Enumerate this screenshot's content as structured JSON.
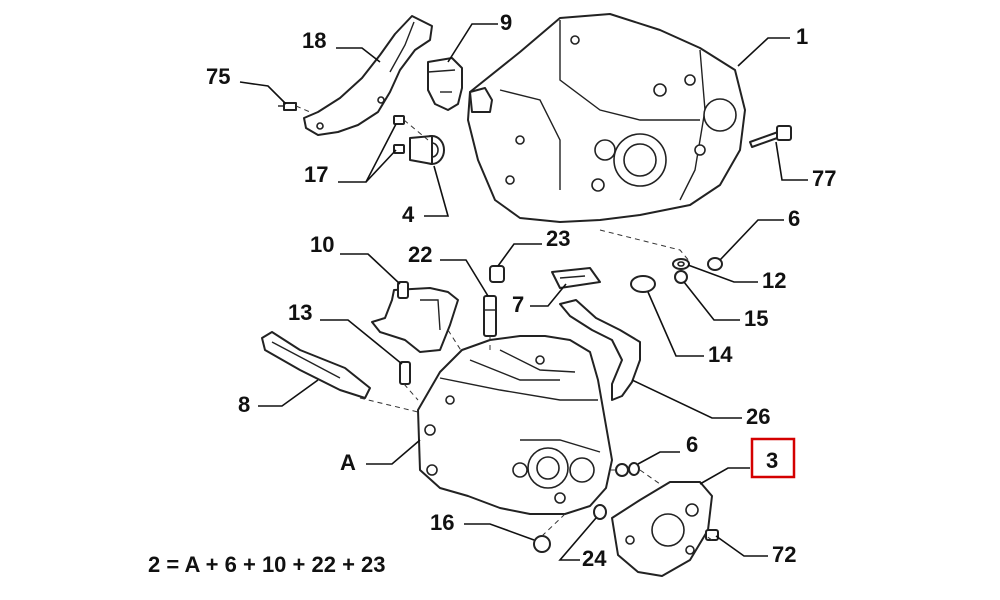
{
  "labels": {
    "l1": "1",
    "l3": "3",
    "l4": "4",
    "l6a": "6",
    "l6b": "6",
    "l7": "7",
    "l8": "8",
    "l9": "9",
    "l10": "10",
    "l12": "12",
    "l13": "13",
    "l14": "14",
    "l15": "15",
    "l16": "16",
    "l17": "17",
    "l18": "18",
    "l22": "22",
    "l23": "23",
    "l24": "24",
    "l26": "26",
    "l72": "72",
    "l75": "75",
    "l77": "77",
    "lA": "A"
  },
  "formula": "2 = A + 6 + 10 + 22 + 23",
  "highlight_color": "#d40000"
}
